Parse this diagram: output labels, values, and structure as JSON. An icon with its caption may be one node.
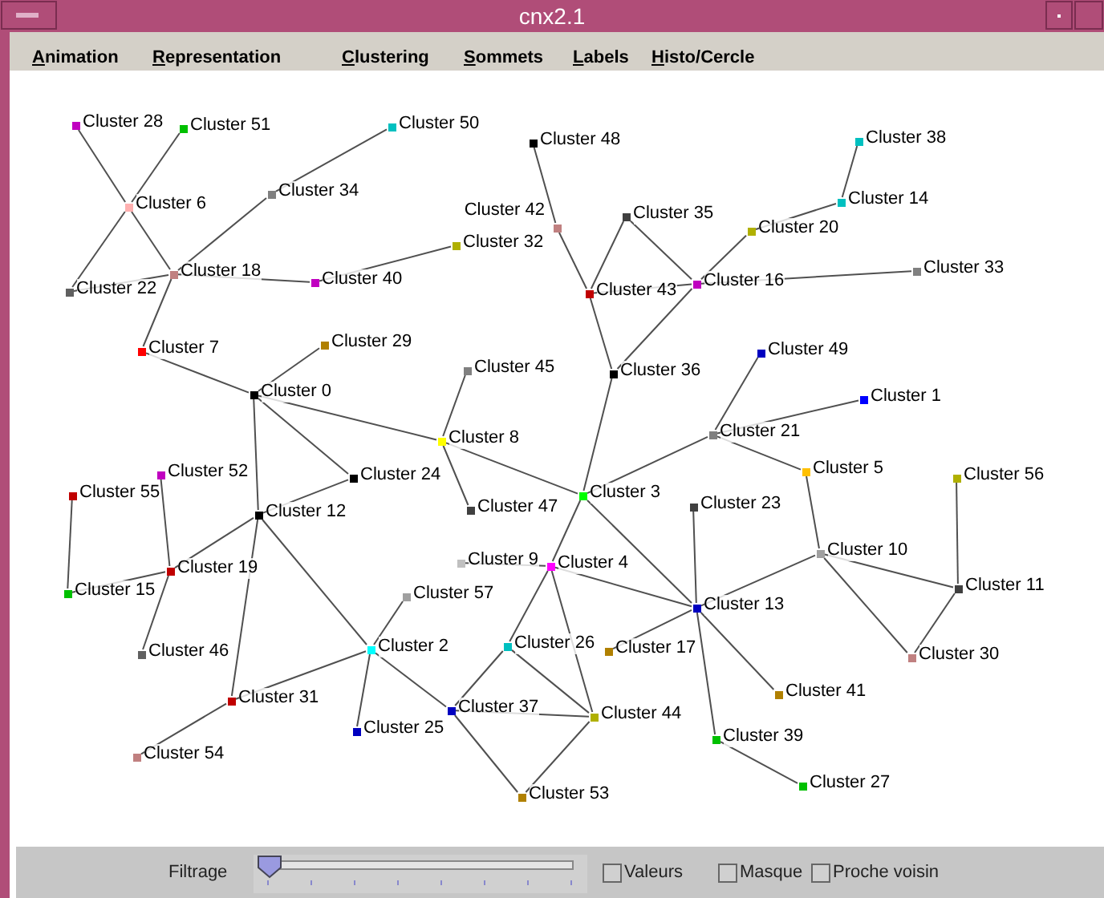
{
  "diagram": {
    "title": "cnx2.1",
    "nodes": [
      {
        "text": [
          "Cluster 28"
        ]
      },
      {
        "text": [
          "Cluster 51"
        ]
      },
      {
        "text": [
          "Cluster 50"
        ]
      },
      {
        "text": [
          "Cluster 6"
        ]
      },
      {
        "text": [
          "Cluster 34"
        ]
      },
      {
        "text": [
          "Cluster 48"
        ]
      },
      {
        "text": [
          "Cluster 38"
        ]
      },
      {
        "text": [
          "Cluster 14"
        ]
      },
      {
        "text": [
          "Cluster 35"
        ]
      },
      {
        "text": [
          "Cluster 42"
        ]
      },
      {
        "text": [
          "Cluster 20"
        ]
      },
      {
        "text": [
          "Cluster 32"
        ]
      },
      {
        "text": [
          "Cluster 18"
        ]
      },
      {
        "text": [
          "Cluster 22"
        ]
      },
      {
        "text": [
          "Cluster 40"
        ]
      },
      {
        "text": [
          "Cluster 43"
        ]
      },
      {
        "text": [
          "Cluster 16"
        ]
      },
      {
        "text": [
          "Cluster 33"
        ]
      },
      {
        "text": [
          "Cluster 7"
        ]
      },
      {
        "text": [
          "Cluster 29"
        ]
      },
      {
        "text": [
          "Cluster 45"
        ]
      },
      {
        "text": [
          "Cluster 36"
        ]
      },
      {
        "text": [
          "Cluster 49"
        ]
      },
      {
        "text": [
          "Cluster 0"
        ]
      },
      {
        "text": [
          "Cluster 1"
        ]
      },
      {
        "text": [
          "Cluster 8"
        ]
      },
      {
        "text": [
          "Cluster 21"
        ]
      },
      {
        "text": [
          "Cluster 52"
        ]
      },
      {
        "text": [
          "Cluster 5"
        ]
      },
      {
        "text": [
          "Cluster 56"
        ]
      },
      {
        "text": [
          "Cluster 55"
        ]
      },
      {
        "text": [
          "Cluster 24"
        ]
      },
      {
        "text": [
          "Cluster 3"
        ]
      },
      {
        "text": [
          "Cluster 47"
        ]
      },
      {
        "text": [
          "Cluster 23"
        ]
      },
      {
        "text": [
          "Cluster 12"
        ]
      },
      {
        "text": [
          "Cluster 9"
        ]
      },
      {
        "text": [
          "Cluster 4"
        ]
      },
      {
        "text": [
          "Cluster 10"
        ]
      },
      {
        "text": [
          "Cluster 19"
        ]
      },
      {
        "text": [
          "Cluster 15"
        ]
      },
      {
        "text": [
          "Cluster 11"
        ]
      },
      {
        "text": [
          "Cluster 57"
        ]
      },
      {
        "text": [
          "Cluster 13"
        ]
      },
      {
        "text": [
          "Cluster 26"
        ]
      },
      {
        "text": [
          "Cluster 17"
        ]
      },
      {
        "text": [
          "Cluster 46"
        ]
      },
      {
        "text": [
          "Cluster 2"
        ]
      },
      {
        "text": [
          "Cluster 30"
        ]
      },
      {
        "text": [
          "Cluster 41"
        ]
      },
      {
        "text": [
          "Cluster 31"
        ]
      },
      {
        "text": [
          "Cluster 37"
        ]
      },
      {
        "text": [
          "Cluster 44"
        ]
      },
      {
        "text": [
          "Cluster 25"
        ]
      },
      {
        "text": [
          "Cluster 39"
        ]
      },
      {
        "text": [
          "Cluster 27"
        ]
      },
      {
        "text": [
          "Cluster 54"
        ]
      },
      {
        "text": [
          "Cluster 53"
        ]
      }
    ],
    "edges": [
      {
        "from": 0,
        "to": 3,
        "arrow": "none"
      },
      {
        "from": 1,
        "to": 3,
        "arrow": "none"
      },
      {
        "from": 3,
        "to": 12,
        "arrow": "none"
      },
      {
        "from": 3,
        "to": 13,
        "arrow": "none"
      },
      {
        "from": 13,
        "to": 12,
        "arrow": "none"
      },
      {
        "from": 12,
        "to": 4,
        "arrow": "none"
      },
      {
        "from": 4,
        "to": 2,
        "arrow": "none"
      },
      {
        "from": 12,
        "to": 14,
        "arrow": "none"
      },
      {
        "from": 14,
        "to": 11,
        "arrow": "none"
      },
      {
        "from": 12,
        "to": 18,
        "arrow": "none"
      },
      {
        "from": 18,
        "to": 23,
        "arrow": "none"
      },
      {
        "from": 23,
        "to": 19,
        "arrow": "none"
      },
      {
        "from": 23,
        "to": 25,
        "arrow": "none"
      },
      {
        "from": 23,
        "to": 31,
        "arrow": "none"
      },
      {
        "from": 23,
        "to": 35,
        "arrow": "none"
      },
      {
        "from": 25,
        "to": 20,
        "arrow": "none"
      },
      {
        "from": 25,
        "to": 33,
        "arrow": "none"
      },
      {
        "from": 25,
        "to": 32,
        "arrow": "none"
      },
      {
        "from": 5,
        "to": 9,
        "arrow": "none"
      },
      {
        "from": 9,
        "to": 15,
        "arrow": "none"
      },
      {
        "from": 15,
        "to": 8,
        "arrow": "none"
      },
      {
        "from": 8,
        "to": 16,
        "arrow": "none"
      },
      {
        "from": 15,
        "to": 16,
        "arrow": "none"
      },
      {
        "from": 16,
        "to": 10,
        "arrow": "none"
      },
      {
        "from": 10,
        "to": 7,
        "arrow": "none"
      },
      {
        "from": 7,
        "to": 6,
        "arrow": "none"
      },
      {
        "from": 16,
        "to": 17,
        "arrow": "none"
      },
      {
        "from": 15,
        "to": 21,
        "arrow": "none"
      },
      {
        "from": 16,
        "to": 21,
        "arrow": "none"
      },
      {
        "from": 21,
        "to": 32,
        "arrow": "none"
      },
      {
        "from": 32,
        "to": 26,
        "arrow": "none"
      },
      {
        "from": 26,
        "to": 22,
        "arrow": "none"
      },
      {
        "from": 26,
        "to": 24,
        "arrow": "none"
      },
      {
        "from": 26,
        "to": 28,
        "arrow": "none"
      },
      {
        "from": 28,
        "to": 38,
        "arrow": "none"
      },
      {
        "from": 38,
        "to": 41,
        "arrow": "none"
      },
      {
        "from": 38,
        "to": 48,
        "arrow": "none"
      },
      {
        "from": 41,
        "to": 48,
        "arrow": "none"
      },
      {
        "from": 29,
        "to": 41,
        "arrow": "none"
      },
      {
        "from": 38,
        "to": 43,
        "arrow": "none"
      },
      {
        "from": 32,
        "to": 43,
        "arrow": "none"
      },
      {
        "from": 32,
        "to": 37,
        "arrow": "none"
      },
      {
        "from": 36,
        "to": 37,
        "arrow": "none"
      },
      {
        "from": 37,
        "to": 43,
        "arrow": "none"
      },
      {
        "from": 37,
        "to": 44,
        "arrow": "none"
      },
      {
        "from": 37,
        "to": 52,
        "arrow": "none"
      },
      {
        "from": 34,
        "to": 43,
        "arrow": "none"
      },
      {
        "from": 43,
        "to": 45,
        "arrow": "none"
      },
      {
        "from": 43,
        "to": 49,
        "arrow": "none"
      },
      {
        "from": 43,
        "to": 54,
        "arrow": "none"
      },
      {
        "from": 54,
        "to": 55,
        "arrow": "none"
      },
      {
        "from": 44,
        "to": 51,
        "arrow": "none"
      },
      {
        "from": 44,
        "to": 52,
        "arrow": "none"
      },
      {
        "from": 51,
        "to": 52,
        "arrow": "none"
      },
      {
        "from": 51,
        "to": 57,
        "arrow": "none"
      },
      {
        "from": 52,
        "to": 57,
        "arrow": "none"
      },
      {
        "from": 35,
        "to": 31,
        "arrow": "none"
      },
      {
        "from": 35,
        "to": 39,
        "arrow": "none"
      },
      {
        "from": 35,
        "to": 47,
        "arrow": "none"
      },
      {
        "from": 35,
        "to": 50,
        "arrow": "none"
      },
      {
        "from": 27,
        "to": 39,
        "arrow": "none"
      },
      {
        "from": 30,
        "to": 40,
        "arrow": "none"
      },
      {
        "from": 40,
        "to": 39,
        "arrow": "none"
      },
      {
        "from": 39,
        "to": 46,
        "arrow": "none"
      },
      {
        "from": 47,
        "to": 42,
        "arrow": "none"
      },
      {
        "from": 47,
        "to": 53,
        "arrow": "none"
      },
      {
        "from": 47,
        "to": 51,
        "arrow": "none"
      },
      {
        "from": 47,
        "to": 50,
        "arrow": "none"
      },
      {
        "from": 50,
        "to": 56,
        "arrow": "none"
      }
    ],
    "labels": [
      "Animation",
      "Representation",
      "Clustering",
      "Sommets",
      "Labels",
      "Histo/Cercle",
      "Filtrage",
      "Valeurs",
      "Masque",
      "Proche voisin"
    ]
  }
}
